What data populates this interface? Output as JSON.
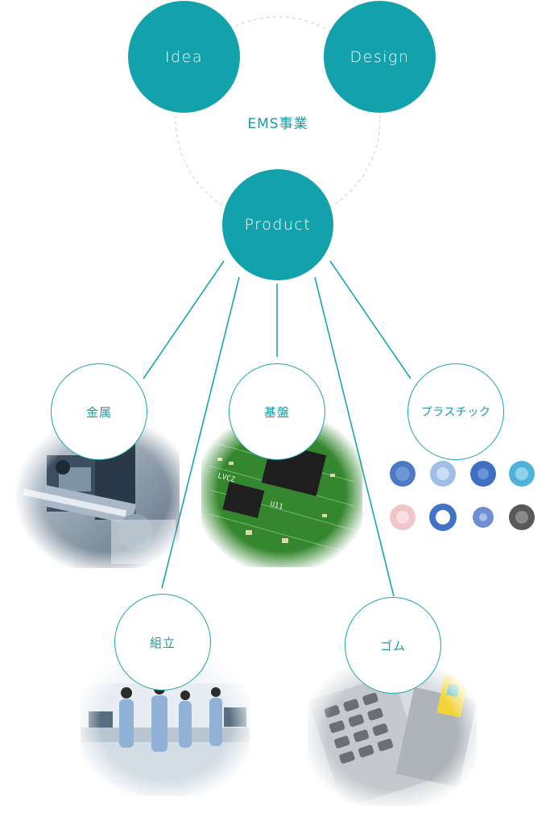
{
  "cycle": {
    "center_label": "EMS事業",
    "nodes": {
      "idea": "Idea",
      "design": "Design",
      "product": "Product"
    }
  },
  "categories": [
    {
      "key": "metal",
      "label": "金属",
      "image": "metal-machining-photo"
    },
    {
      "key": "board",
      "label": "基盤",
      "image": "circuit-board-photo"
    },
    {
      "key": "plastic",
      "label": "プラスチック",
      "image": "plastic-parts-photo"
    },
    {
      "key": "assembly",
      "label": "組立",
      "image": "assembly-line-photo"
    },
    {
      "key": "rubber",
      "label": "ゴム",
      "image": "rubber-keypad-photo"
    }
  ],
  "colors": {
    "accent": "#13a2ab",
    "line": "#1aa5ad",
    "dashed_ring": "#cfcfcf"
  }
}
